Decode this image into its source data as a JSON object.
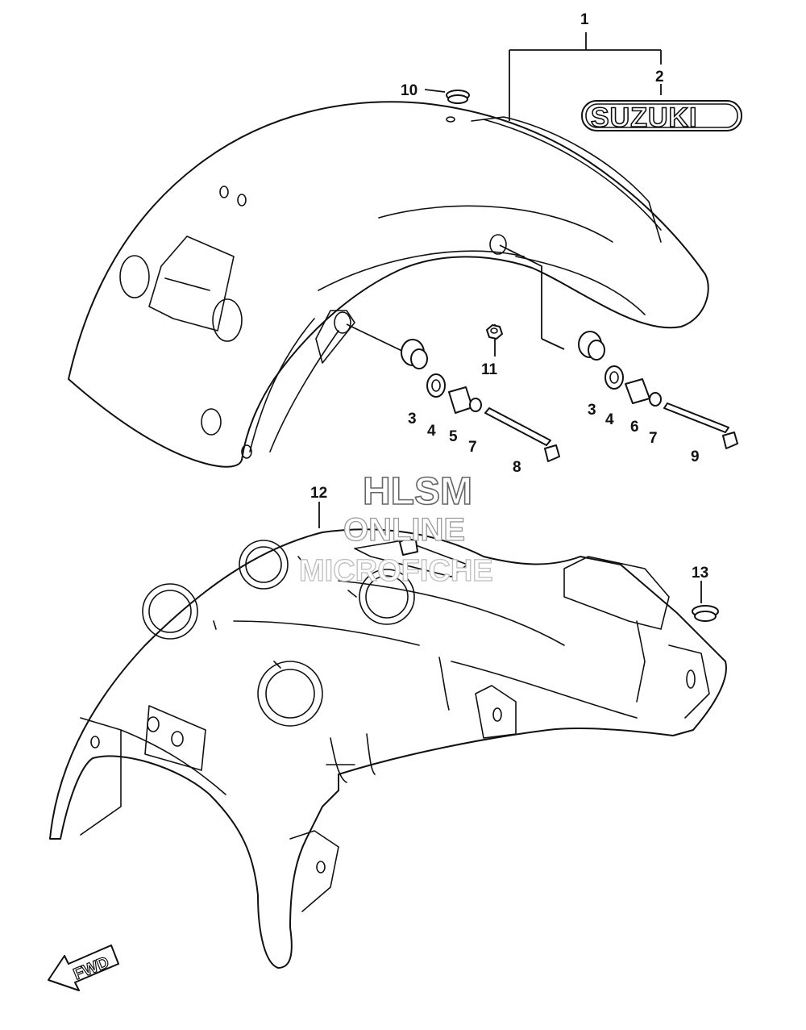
{
  "callouts": [
    {
      "label": "1"
    },
    {
      "label": "2"
    },
    {
      "label": "10"
    },
    {
      "label": "11"
    },
    {
      "label": "3"
    },
    {
      "label": "4"
    },
    {
      "label": "5"
    },
    {
      "label": "7"
    },
    {
      "label": "8"
    },
    {
      "label": "3"
    },
    {
      "label": "4"
    },
    {
      "label": "6"
    },
    {
      "label": "7"
    },
    {
      "label": "9"
    },
    {
      "label": "12"
    },
    {
      "label": "13"
    }
  ],
  "decal": {
    "text": "SUZUKI"
  },
  "watermark": {
    "line1": "HLSM",
    "line2": "ONLINE",
    "line3": "MICROFICHE"
  },
  "direction": {
    "text": "FWD"
  }
}
